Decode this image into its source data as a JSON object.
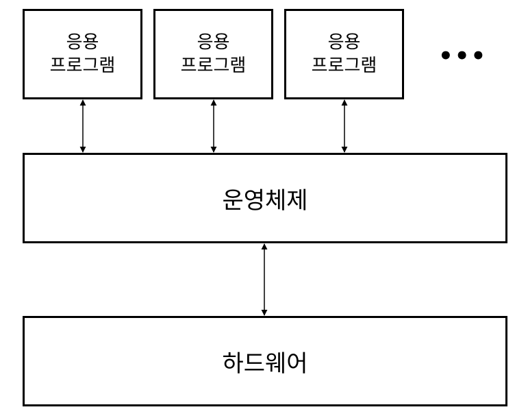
{
  "applications": [
    {
      "line1": "응용",
      "line2": "프로그램"
    },
    {
      "line1": "응용",
      "line2": "프로그램"
    },
    {
      "line1": "응용",
      "line2": "프로그램"
    }
  ],
  "more_indicator": "•••",
  "operating_system": {
    "label": "운영체제"
  },
  "hardware": {
    "label": "하드웨어"
  }
}
